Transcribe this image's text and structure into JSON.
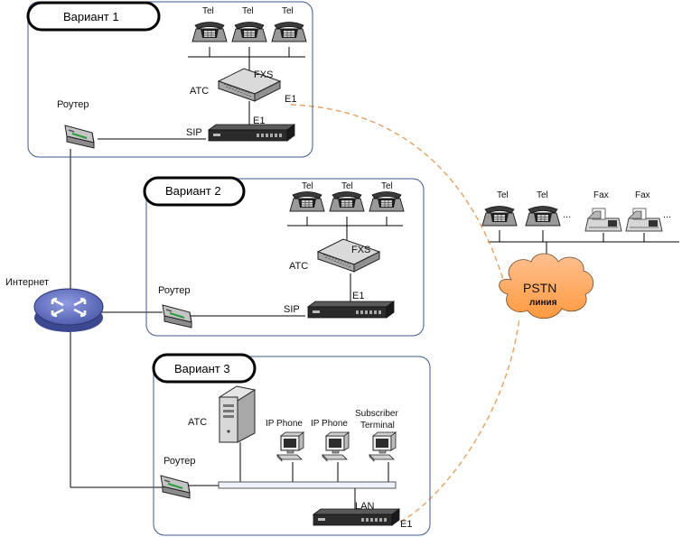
{
  "variants": [
    {
      "title": "Вариант 1",
      "tel": [
        "Tel",
        "Tel",
        "Tel"
      ],
      "pbx_label": "АТС",
      "fxs_label": "FXS",
      "e1_out_label": "E1",
      "e1_in_label": "E1",
      "sip_label": "SIP",
      "router_label": "Роутер"
    },
    {
      "title": "Вариант 2",
      "tel": [
        "Tel",
        "Tel",
        "Tel"
      ],
      "pbx_label": "АТС",
      "fxs_label": "FXS",
      "e1_in_label": "E1",
      "sip_label": "SIP",
      "router_label": "Роутер"
    },
    {
      "title": "Вариант 3",
      "pbx_label": "АТС",
      "ip_phone_1": "IP Phone",
      "ip_phone_2": "IP Phone",
      "subscriber_line1": "Subscriber",
      "subscriber_line2": "Terminal",
      "router_label": "Роутер",
      "lan_label": "LAN",
      "e1_label": "E1"
    }
  ],
  "internet_label": "Интернет",
  "pstn": {
    "name": "PSTN",
    "sub": "линия",
    "tel": [
      "Tel",
      "Tel"
    ],
    "fax": [
      "Fax",
      "Fax"
    ],
    "ellipsis": [
      "...",
      "..."
    ]
  },
  "colors": {
    "frame": "#3c5a8a",
    "link": "#000000",
    "pstn_link": "#e8a060",
    "cloud": "#ffa860",
    "router_globe": "#5a6ab8"
  }
}
